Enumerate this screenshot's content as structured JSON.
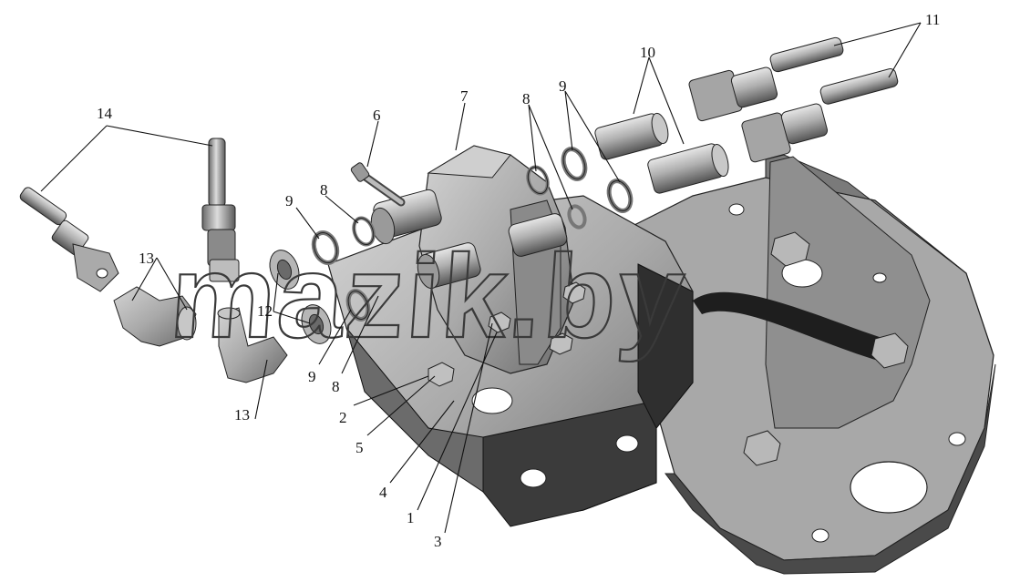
{
  "figure": {
    "watermark": "mazik.by",
    "callouts": [
      {
        "id": "c1",
        "text": "1"
      },
      {
        "id": "c2",
        "text": "2"
      },
      {
        "id": "c3",
        "text": "3"
      },
      {
        "id": "c4",
        "text": "4"
      },
      {
        "id": "c5",
        "text": "5"
      },
      {
        "id": "c6",
        "text": "6"
      },
      {
        "id": "c7",
        "text": "7"
      },
      {
        "id": "c8a",
        "text": "8"
      },
      {
        "id": "c8b",
        "text": "8"
      },
      {
        "id": "c8c",
        "text": "8"
      },
      {
        "id": "c9a",
        "text": "9"
      },
      {
        "id": "c9b",
        "text": "9"
      },
      {
        "id": "c9c",
        "text": "9"
      },
      {
        "id": "c10",
        "text": "10"
      },
      {
        "id": "c11",
        "text": "11"
      },
      {
        "id": "c12",
        "text": "12"
      },
      {
        "id": "c13a",
        "text": "13"
      },
      {
        "id": "c13b",
        "text": "13"
      },
      {
        "id": "c14",
        "text": "14"
      }
    ]
  },
  "colors": {
    "body_light": "#bdbdbd",
    "body_mid": "#9a9a9a",
    "body_dark": "#5e5e5e",
    "body_shadow": "#2e2e2e",
    "background": "#ffffff"
  }
}
